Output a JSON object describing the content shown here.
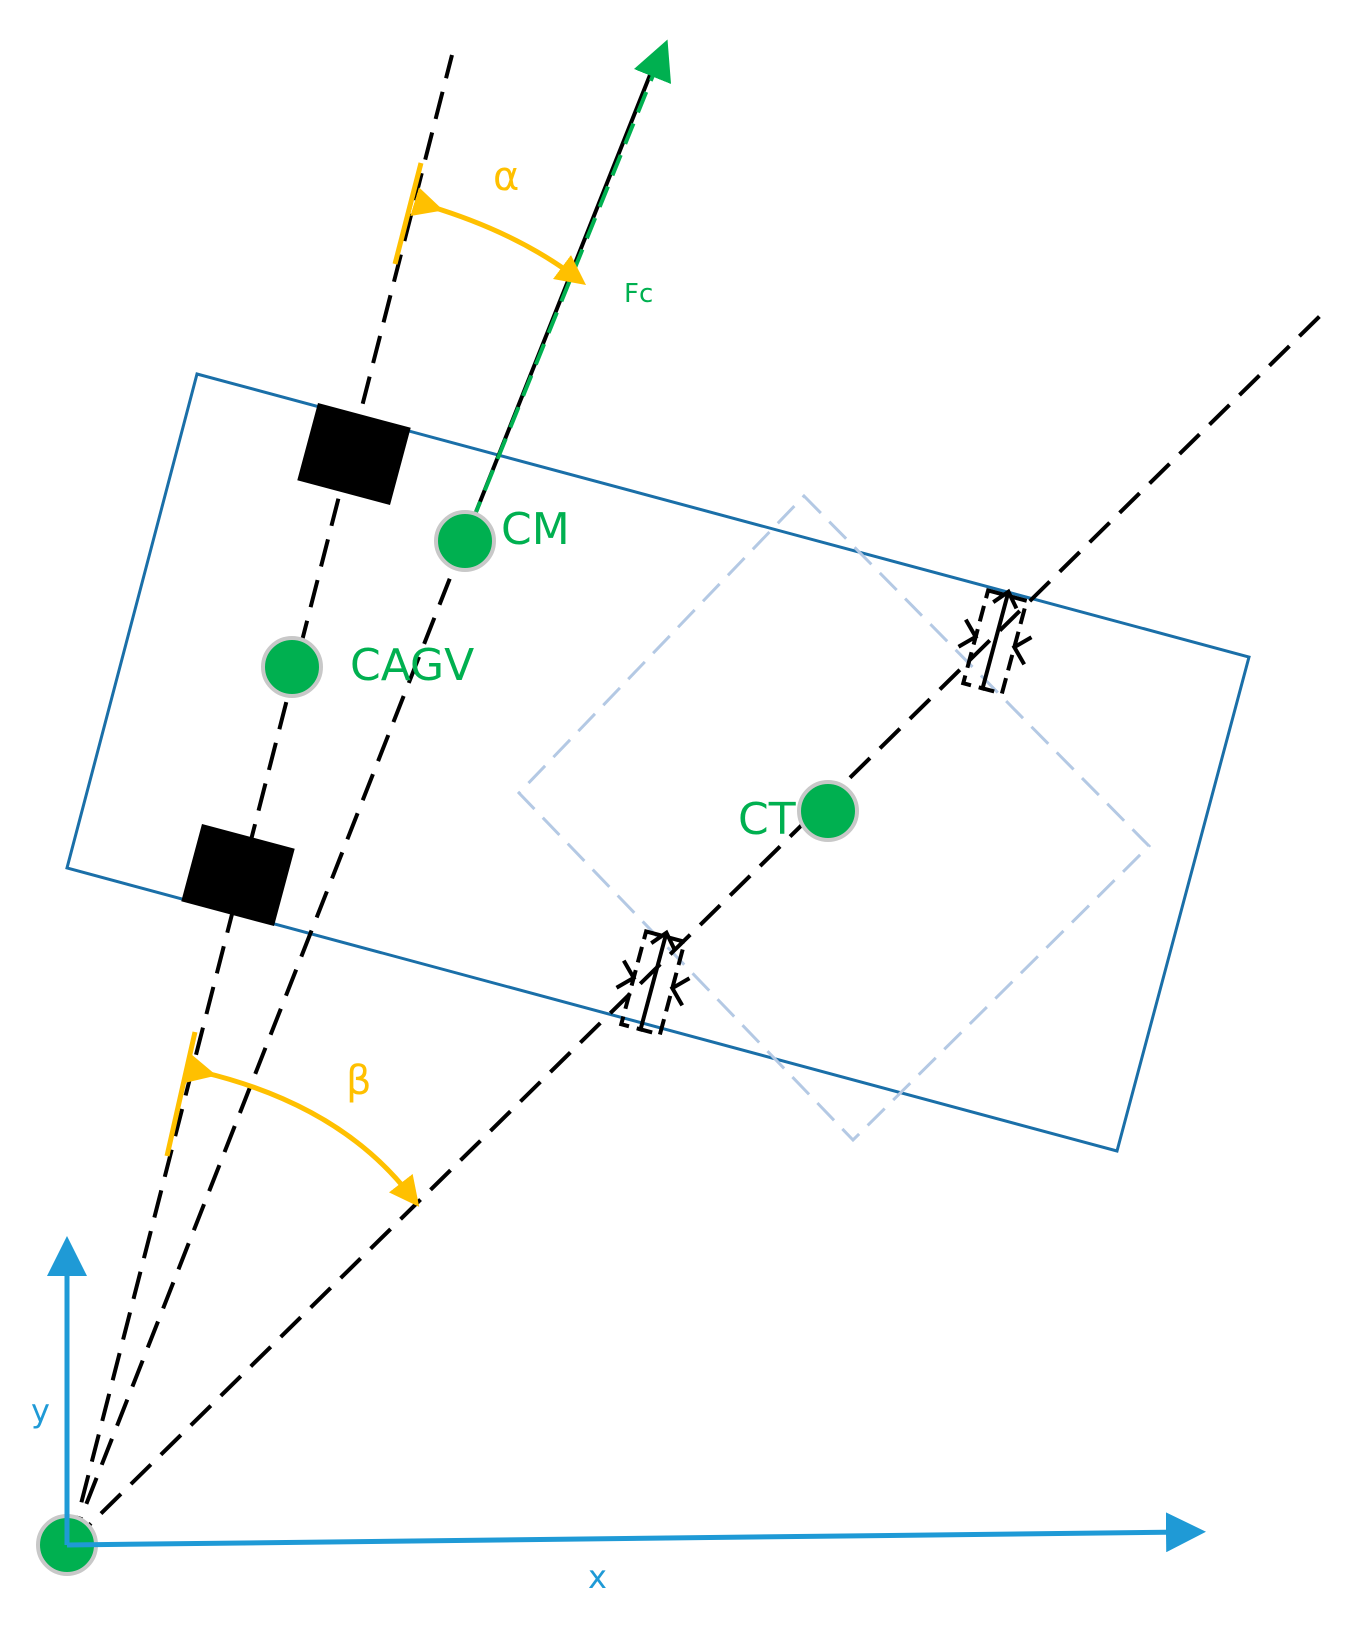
{
  "labels": {
    "fc": "Fc",
    "cm": "CM",
    "cagv": "CAGV",
    "ct": "CT",
    "alpha": "α",
    "beta": "β",
    "x_axis": "x",
    "y_axis": "y"
  },
  "colors": {
    "agv_outline": "#1a6fa8",
    "load_outline": "#b4c9e4",
    "points": "#00b050",
    "angles": "#ffc000",
    "axes": "#1f9ad6",
    "lines": "#000000"
  }
}
